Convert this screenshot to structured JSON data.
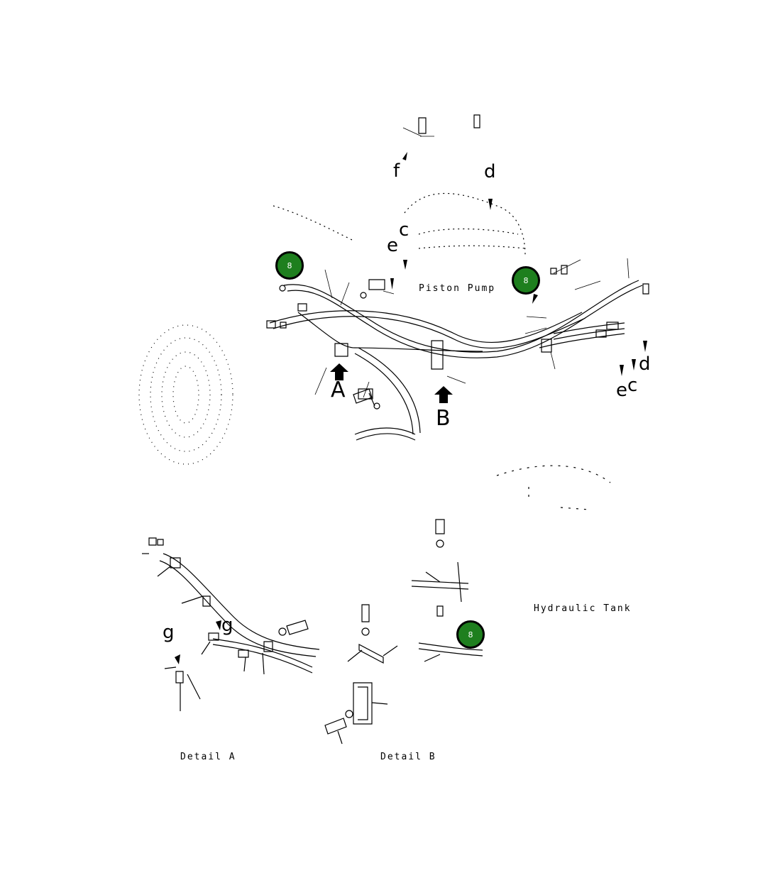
{
  "callouts": {
    "A": "A",
    "B": "B",
    "c1": "c",
    "c2": "c",
    "d1": "d",
    "d2": "d",
    "e1": "e",
    "e2": "e",
    "f": "f",
    "g1": "g",
    "g2": "g"
  },
  "captions": {
    "piston_pump": "Piston Pump",
    "hydraulic_tank": "Hydraulic Tank",
    "detail_a": "Detail A",
    "detail_b": "Detail B"
  },
  "badges": [
    {
      "label": "8",
      "color": "#1e7f1e"
    },
    {
      "label": "8",
      "color": "#1e7f1e"
    },
    {
      "label": "8",
      "color": "#1e7f1e"
    }
  ]
}
